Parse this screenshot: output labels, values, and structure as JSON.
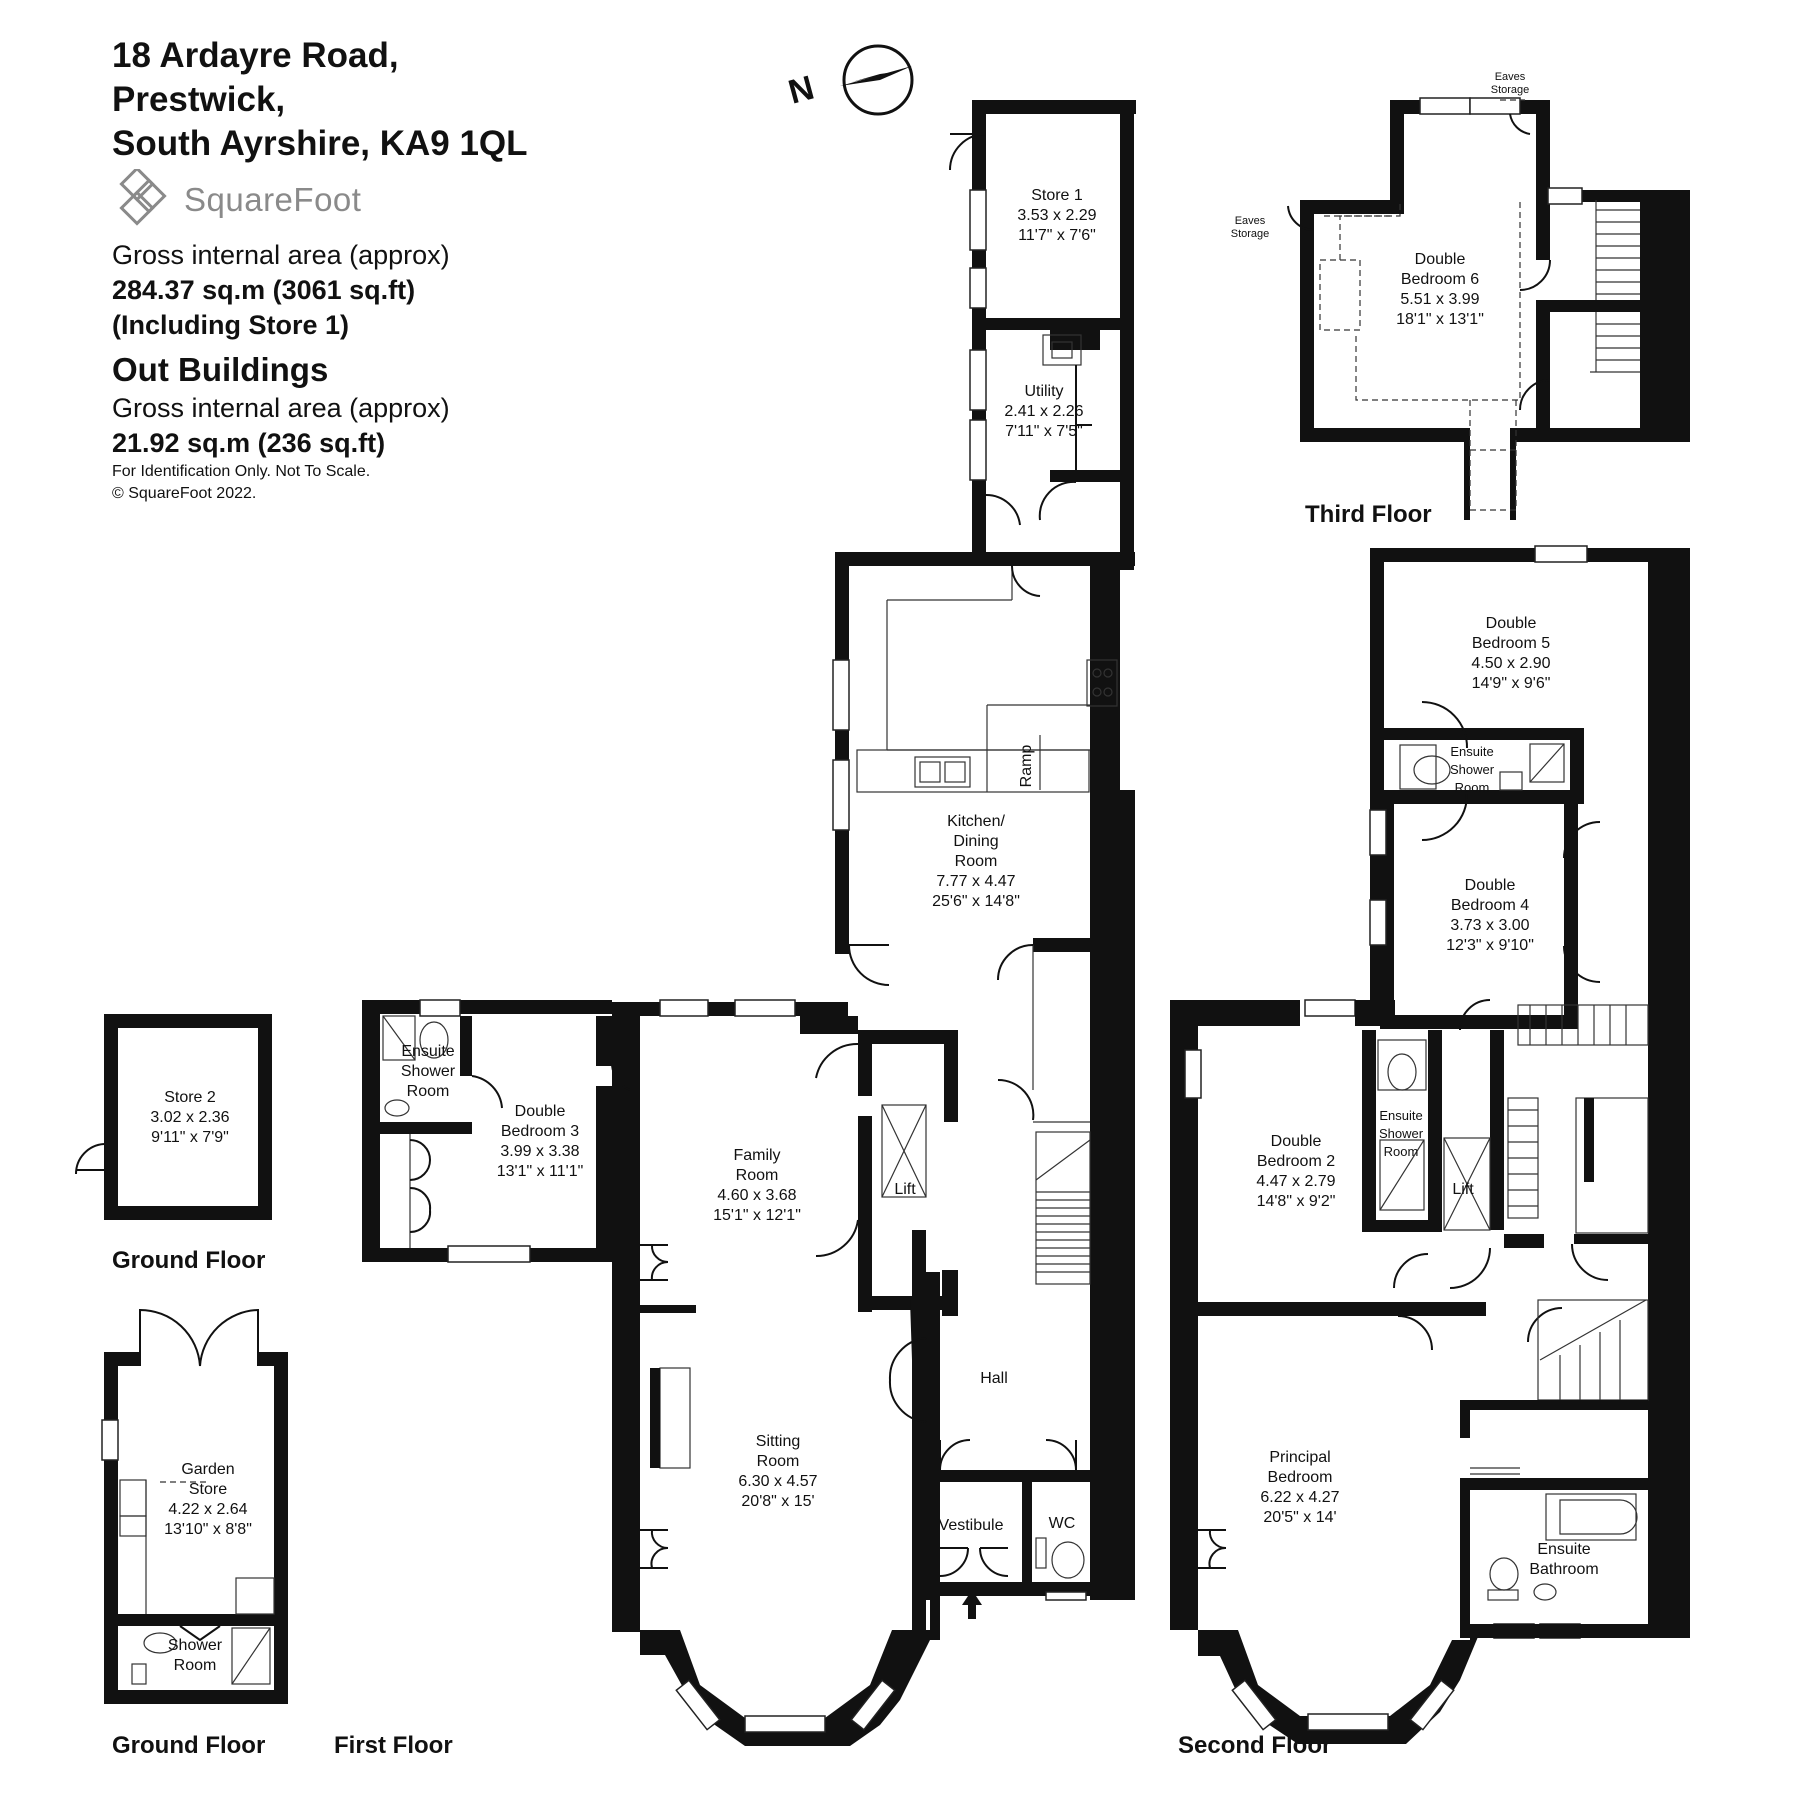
{
  "address": [
    "18 Ardayre Road,",
    "Prestwick,",
    "South Ayrshire, KA9 1QL"
  ],
  "brand": "SquareFoot",
  "main_area": {
    "label": "Gross internal area (approx)",
    "value": "284.37 sq.m (3061 sq.ft)",
    "note": "(Including Store 1)"
  },
  "outbuildings": {
    "heading": "Out Buildings",
    "label": "Gross internal area (approx)",
    "value": "21.92 sq.m (236 sq.ft)"
  },
  "disclaimer": [
    "For Identification Only. Not To Scale.",
    "© SquareFoot 2022."
  ],
  "compass": "N",
  "floors": {
    "ground_store": "Ground Floor",
    "ground_garden": "Ground Floor",
    "first": "First Floor",
    "second": "Second Floor",
    "third": "Third Floor"
  },
  "rooms": {
    "store1": [
      "Store 1",
      "3.53 x 2.29",
      "11'7\" x 7'6\""
    ],
    "utility": [
      "Utility",
      "2.41 x 2.26",
      "7'11\" x 7'5\""
    ],
    "kitchen": [
      "Kitchen/",
      "Dining",
      "Room",
      "7.77 x 4.47",
      "25'6\" x 14'8\""
    ],
    "ramp": "Ramp",
    "family": [
      "Family",
      "Room",
      "4.60 x 3.68",
      "15'1\" x 12'1\""
    ],
    "sitting": [
      "Sitting",
      "Room",
      "6.30 x 4.57",
      "20'8\" x 15'"
    ],
    "bed3": [
      "Double",
      "Bedroom 3",
      "3.99 x 3.38",
      "13'1\" x 11'1\""
    ],
    "ensuite1": [
      "Ensuite",
      "Shower",
      "Room"
    ],
    "lift1": "Lift",
    "hall": "Hall",
    "vestibule": "Vestibule",
    "wc": "WC",
    "store2": [
      "Store 2",
      "3.02 x 2.36",
      "9'11\" x 7'9\""
    ],
    "garden": [
      "Garden",
      "Store",
      "4.22 x 2.64",
      "13'10\" x 8'8\""
    ],
    "shower": [
      "Shower",
      "Room"
    ],
    "bed5": [
      "Double",
      "Bedroom 5",
      "4.50 x 2.90",
      "14'9\" x 9'6\""
    ],
    "ensuite5": [
      "Ensuite",
      "Shower",
      "Room"
    ],
    "bed4": [
      "Double",
      "Bedroom 4",
      "3.73 x 3.00",
      "12'3\" x 9'10\""
    ],
    "bed2": [
      "Double",
      "Bedroom 2",
      "4.47 x 2.79",
      "14'8\" x 9'2\""
    ],
    "ensuite2": [
      "Ensuite",
      "Shower",
      "Room"
    ],
    "lift2": "Lift",
    "principal": [
      "Principal",
      "Bedroom",
      "6.22 x 4.27",
      "20'5\" x 14'"
    ],
    "ensuitebath": [
      "Ensuite",
      "Bathroom"
    ],
    "bed6": [
      "Double",
      "Bedroom 6",
      "5.51 x 3.99",
      "18'1\" x 13'1\""
    ],
    "eaves_top": [
      "Eaves",
      "Storage"
    ],
    "eaves_left": [
      "Eaves",
      "Storage"
    ]
  }
}
